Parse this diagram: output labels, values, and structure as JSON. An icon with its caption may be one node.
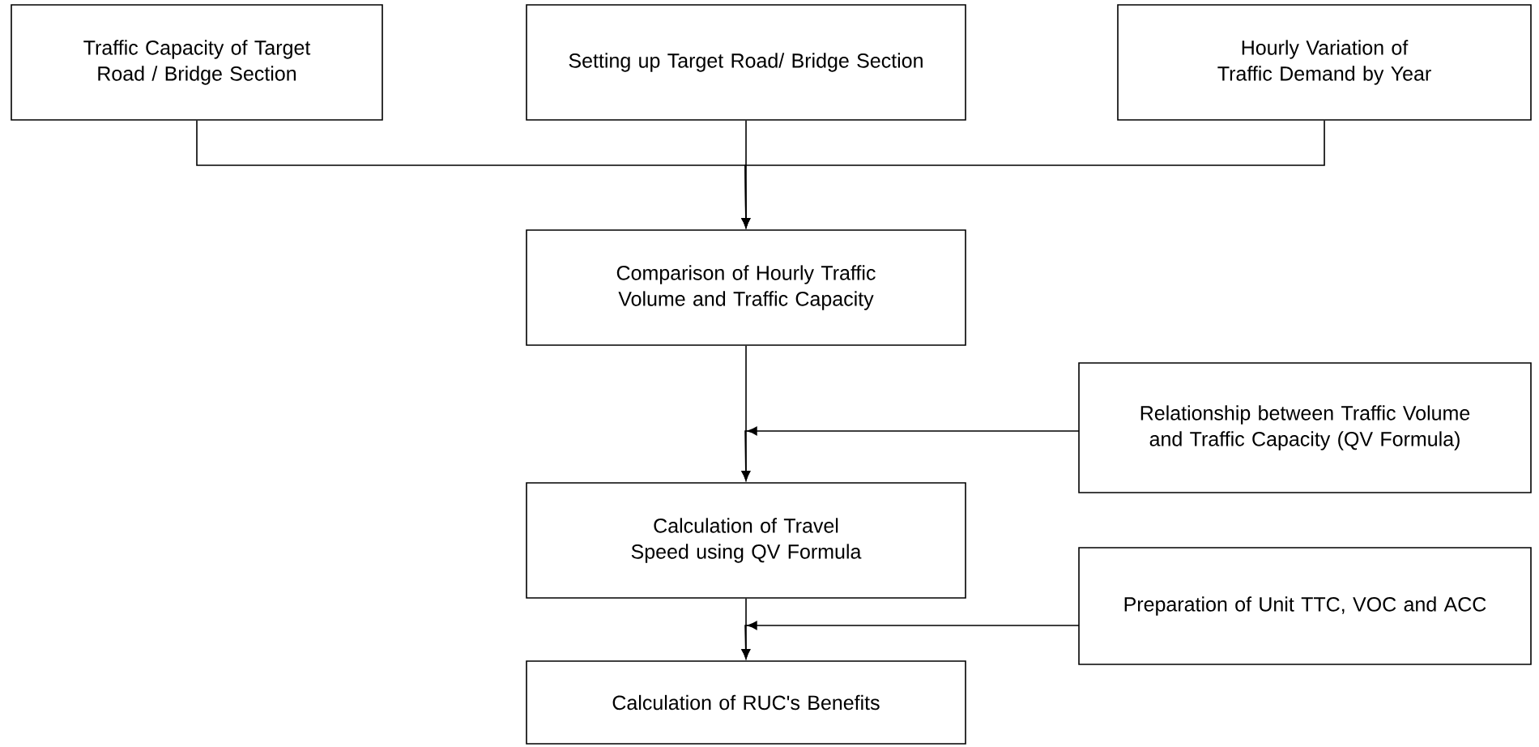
{
  "diagram": {
    "nodes": [
      {
        "text": [
          "Traffic Capacity of Target Road / Bridge Section"
        ]
      },
      {
        "text": [
          "Setting up Target Road/ Bridge Section"
        ]
      },
      {
        "text": [
          "Hourly Variation of Traffic Demand by Year"
        ]
      },
      {
        "text": [
          "Comparison of Hourly Traffic Volume and Traffic Capacity"
        ]
      },
      {
        "text": [
          "Relationship between Traffic Volume and Traffic Capacity (QV Formula)"
        ]
      },
      {
        "text": [
          "Calculation of Travel Speed using QV Formula"
        ]
      },
      {
        "text": [
          "Preparation of Unit TTC, VOC and ACC"
        ]
      },
      {
        "text": [
          "Calculation of RUC's Benefits"
        ]
      }
    ],
    "edges": [
      {
        "from": 0,
        "to": 3,
        "arrow": "to"
      },
      {
        "from": 1,
        "to": 3,
        "arrow": "to"
      },
      {
        "from": 2,
        "to": 3,
        "arrow": "to"
      },
      {
        "from": 3,
        "to": 5,
        "arrow": "to"
      },
      {
        "from": 4,
        "to": 5,
        "arrow": "to"
      },
      {
        "from": 5,
        "to": 7,
        "arrow": "to"
      },
      {
        "from": 6,
        "to": 7,
        "arrow": "to"
      }
    ]
  }
}
